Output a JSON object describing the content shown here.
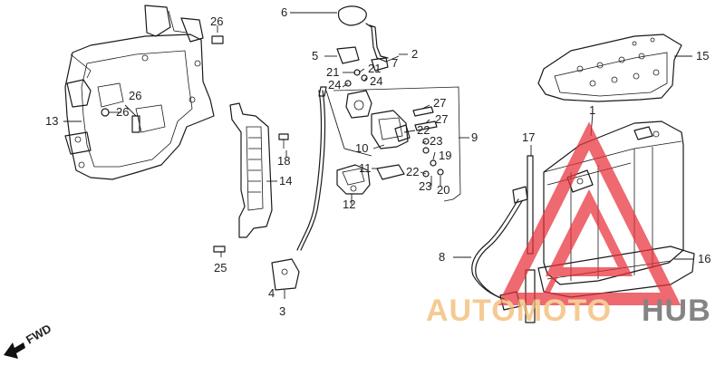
{
  "diagram": {
    "callouts": [
      {
        "id": "c1",
        "text": "1"
      },
      {
        "id": "c2",
        "text": "2"
      },
      {
        "id": "c3",
        "text": "3"
      },
      {
        "id": "c4",
        "text": "4"
      },
      {
        "id": "c5",
        "text": "5"
      },
      {
        "id": "c6",
        "text": "6"
      },
      {
        "id": "c7",
        "text": "7"
      },
      {
        "id": "c8",
        "text": "8"
      },
      {
        "id": "c9",
        "text": "9"
      },
      {
        "id": "c10",
        "text": "10"
      },
      {
        "id": "c11",
        "text": "11"
      },
      {
        "id": "c12",
        "text": "12"
      },
      {
        "id": "c13",
        "text": "13"
      },
      {
        "id": "c14",
        "text": "14"
      },
      {
        "id": "c15",
        "text": "15"
      },
      {
        "id": "c16",
        "text": "16"
      },
      {
        "id": "c17",
        "text": "17"
      },
      {
        "id": "c18",
        "text": "18"
      },
      {
        "id": "c19",
        "text": "19"
      },
      {
        "id": "c20",
        "text": "20"
      },
      {
        "id": "c21a",
        "text": "21"
      },
      {
        "id": "c21b",
        "text": "21"
      },
      {
        "id": "c22a",
        "text": "22"
      },
      {
        "id": "c22b",
        "text": "22"
      },
      {
        "id": "c23a",
        "text": "23"
      },
      {
        "id": "c23b",
        "text": "23"
      },
      {
        "id": "c24a",
        "text": "24"
      },
      {
        "id": "c24b",
        "text": "24"
      },
      {
        "id": "c25",
        "text": "25"
      },
      {
        "id": "c26a",
        "text": "26"
      },
      {
        "id": "c26b",
        "text": "26"
      },
      {
        "id": "c26c",
        "text": "26"
      },
      {
        "id": "c27a",
        "text": "27"
      },
      {
        "id": "c27b",
        "text": "27"
      }
    ],
    "fwd_label": "FWD"
  },
  "watermark": {
    "brand_a": "AUTOMOTO",
    "brand_b": "HUB",
    "color_a": "#f2b66b",
    "color_b": "#555555",
    "logo_color": "#e8303a"
  }
}
